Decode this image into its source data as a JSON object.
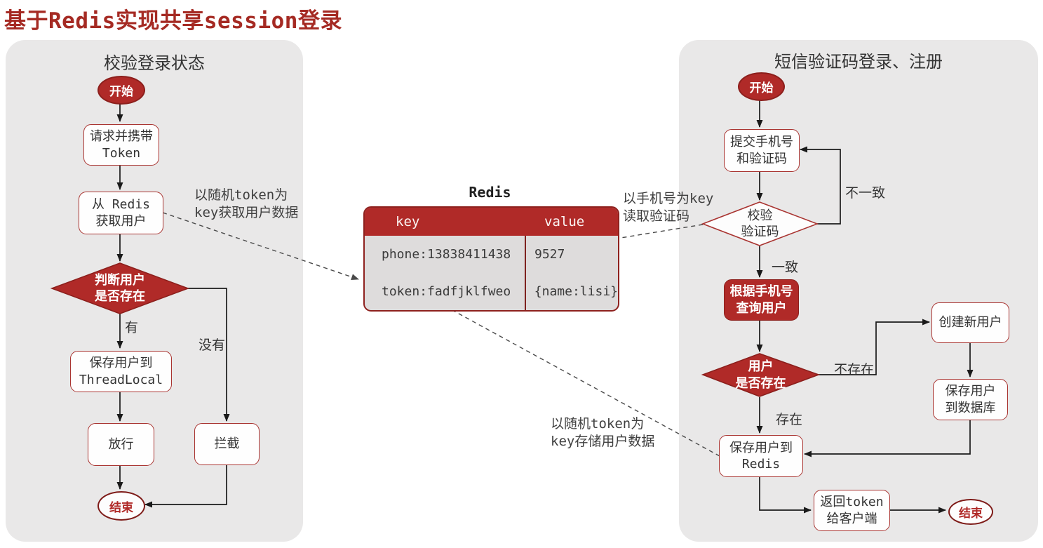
{
  "title": "基于Redis实现共享session登录",
  "colors": {
    "title_red": "#a52a23",
    "red_fill": "#b02a28",
    "red_border": "#8c1f1c",
    "panel_bg": "#e9e8e8",
    "table_body_bg": "#dedcdc",
    "line_black": "#1a1a1a",
    "dashed_gray": "#4a4a4a"
  },
  "left_panel": {
    "title": "校验登录状态",
    "nodes": {
      "start": "开始",
      "request": "请求并携带\nToken",
      "get_user": "从 Redis\n获取用户",
      "judge_user": "判断用户\n是否存在",
      "save_threadlocal": "保存用户到\nThreadLocal",
      "pass": "放行",
      "intercept": "拦截",
      "end": "结束"
    },
    "edge_labels": {
      "has": "有",
      "has_not": "没有"
    }
  },
  "redis": {
    "title": "Redis",
    "columns": [
      "key",
      "value"
    ],
    "rows": [
      [
        "phone:13838411438",
        "9527"
      ],
      [
        "token:fadfjklfweo",
        "{name:lisi}"
      ]
    ]
  },
  "annotations": {
    "get_by_token": "以随机token为\nkey获取用户数据",
    "read_code_by_phone": "以手机号为key\n读取验证码",
    "store_by_token": "以随机token为\nkey存储用户数据"
  },
  "right_panel": {
    "title": "短信验证码登录、注册",
    "nodes": {
      "start": "开始",
      "submit": "提交手机号\n和验证码",
      "verify_code": "校验\n验证码",
      "query_user": "根据手机号\n查询用户",
      "user_exists": "用户\n是否存在",
      "create_user": "创建新用户",
      "save_db": "保存用户\n到数据库",
      "save_redis": "保存用户到\nRedis",
      "return_token": "返回token\n给客户端",
      "end": "结束"
    },
    "edge_labels": {
      "mismatch": "不一致",
      "match": "一致",
      "not_exists": "不存在",
      "exists": "存在"
    }
  }
}
